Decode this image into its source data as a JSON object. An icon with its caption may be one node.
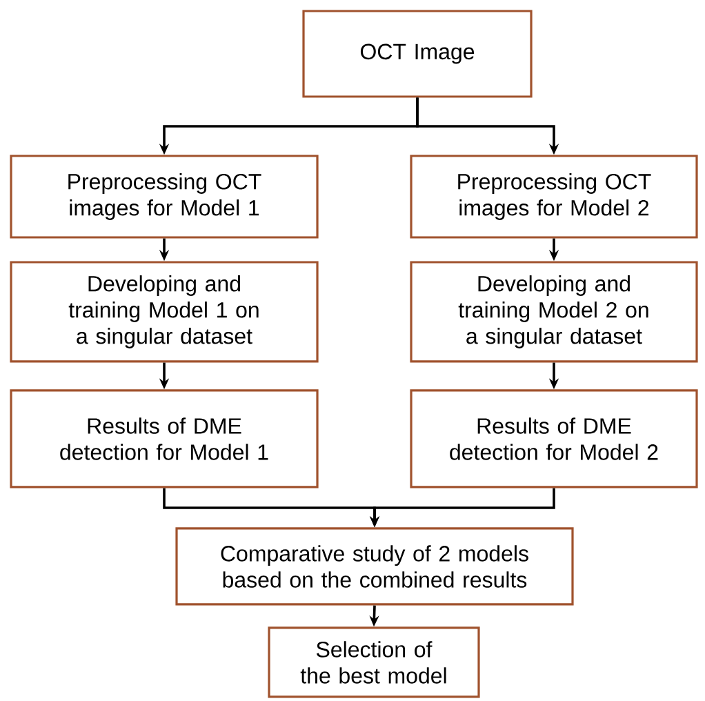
{
  "diagram": {
    "nodes": [
      {
        "text": [
          "OCT Image"
        ]
      },
      {
        "text": [
          "Preprocessing OCT images for Model 1"
        ]
      },
      {
        "text": [
          "Preprocessing OCT images for Model 2"
        ]
      },
      {
        "text": [
          "Developing and training Model 1 on a singular dataset"
        ]
      },
      {
        "text": [
          "Developing and training Model 2 on a singular dataset"
        ]
      },
      {
        "text": [
          "Results of DME detection for Model 1"
        ]
      },
      {
        "text": [
          "Results of DME detection for Model 2"
        ]
      },
      {
        "text": [
          "Comparative study of 2 models based on the combined results"
        ]
      },
      {
        "text": [
          "Selection of the best model"
        ]
      }
    ],
    "edges": [
      {
        "from": 0,
        "to": 1,
        "arrow": "to"
      },
      {
        "from": 0,
        "to": 2,
        "arrow": "to"
      },
      {
        "from": 1,
        "to": 3,
        "arrow": "to"
      },
      {
        "from": 2,
        "to": 4,
        "arrow": "to"
      },
      {
        "from": 3,
        "to": 5,
        "arrow": "to"
      },
      {
        "from": 4,
        "to": 6,
        "arrow": "to"
      },
      {
        "from": 5,
        "to": 7,
        "arrow": "to"
      },
      {
        "from": 6,
        "to": 7,
        "arrow": "to"
      },
      {
        "from": 7,
        "to": 8,
        "arrow": "to"
      }
    ]
  }
}
